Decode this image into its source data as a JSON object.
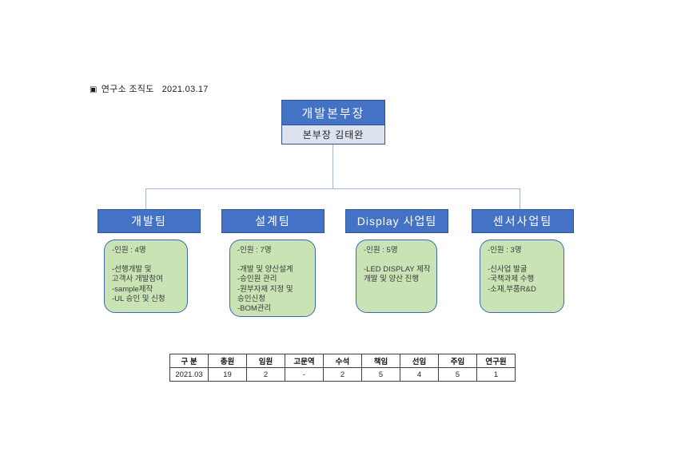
{
  "page": {
    "title_bullet": "▣",
    "title": "연구소 조직도",
    "title_date": "2021.03.17"
  },
  "org": {
    "head": {
      "title": "개발본부장",
      "manager": "본부장 김태완"
    },
    "teams": [
      {
        "name": "개발팀",
        "headcount": "-인원 :  4명",
        "duties": [
          "-선행개발 및",
          " 고객사 개발참여",
          "-sample제작",
          "-UL 승인 및 신청"
        ]
      },
      {
        "name": "설계팀",
        "headcount": "-인원 :  7명",
        "duties": [
          "-개발 및 양산설계",
          "-승인원 관리",
          "-원부자재 지정 및",
          "승인신청",
          "-BOM관리"
        ]
      },
      {
        "name": "Display 사업팀",
        "headcount": "-인원 :  5명",
        "duties": [
          "-LED DISPLAY 제작",
          "개발 및 양산 진행"
        ]
      },
      {
        "name": "센서사업팀",
        "headcount": "-인원 :  3명",
        "duties": [
          "-신사업 발굴",
          "-국책과제 수행",
          "-소재,부품R&D"
        ]
      }
    ]
  },
  "table": {
    "headers": [
      "구 분",
      "총원",
      "임원",
      "고문역",
      "수석",
      "책임",
      "선임",
      "주임",
      "연구원"
    ],
    "rows": [
      [
        "2021.03",
        "19",
        "2",
        "-",
        "2",
        "5",
        "4",
        "5",
        "1"
      ]
    ]
  },
  "colors": {
    "box_blue": "#4472c4",
    "box_border": "#2f5597",
    "name_box_fill": "#dde3ee",
    "green_fill": "#c9e3b4",
    "green_border": "#3b69b0",
    "connector": "#a6b6d6",
    "table_border": "#404040"
  }
}
